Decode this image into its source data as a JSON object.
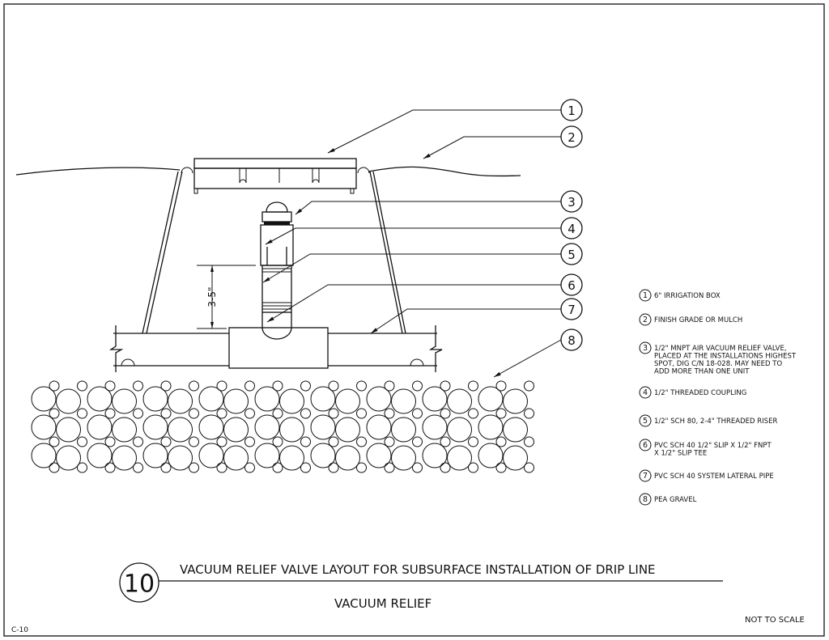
{
  "drawing": {
    "title": "VACUUM RELIEF VALVE LAYOUT FOR SUBSURFACE INSTALLATION OF DRIP LINE",
    "subtitle": "VACUUM RELIEF",
    "detail_number": "10",
    "scale_note": "NOT TO SCALE",
    "sheet_id": "C-10",
    "dimension": "3-5\""
  },
  "callouts": [
    "1",
    "2",
    "3",
    "4",
    "5",
    "6",
    "7",
    "8"
  ],
  "legend": [
    {
      "num": "1",
      "lines": [
        "6\" IRRIGATION BOX"
      ]
    },
    {
      "num": "2",
      "lines": [
        "FINISH GRADE OR MULCH"
      ]
    },
    {
      "num": "3",
      "lines": [
        "1/2\" MNPT AIR VACUUM RELIEF VALVE,",
        "PLACED AT THE INSTALLATIONS HIGHEST",
        "SPOT, DIG C/N 18-028. MAY NEED TO",
        "ADD MORE THAN ONE UNIT"
      ]
    },
    {
      "num": "4",
      "lines": [
        "1/2\" THREADED COUPLING"
      ]
    },
    {
      "num": "5",
      "lines": [
        "1/2\" SCH 80, 2-4\" THREADED RISER"
      ]
    },
    {
      "num": "6",
      "lines": [
        "PVC SCH 40 1/2\" SLIP X 1/2\" FNPT",
        "X 1/2\" SLIP TEE"
      ]
    },
    {
      "num": "7",
      "lines": [
        "PVC SCH 40 SYSTEM LATERAL PIPE"
      ]
    },
    {
      "num": "8",
      "lines": [
        "PEA GRAVEL"
      ]
    }
  ]
}
